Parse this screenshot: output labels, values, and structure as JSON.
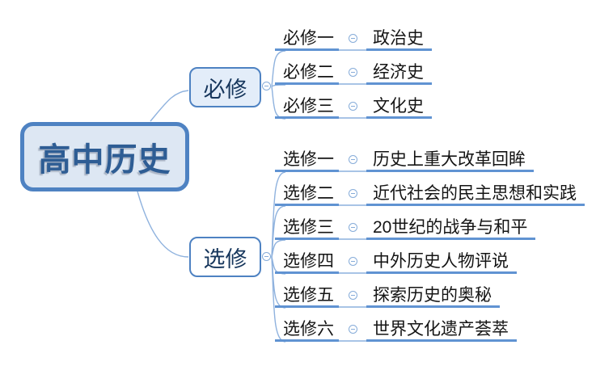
{
  "mindmap": {
    "root": {
      "label": "高中历史"
    },
    "branches": [
      {
        "label": "必修",
        "children": [
          {
            "label": "必修一",
            "topic": "政治史"
          },
          {
            "label": "必修二",
            "topic": "经济史"
          },
          {
            "label": "必修三",
            "topic": "文化史"
          }
        ]
      },
      {
        "label": "选修",
        "children": [
          {
            "label": "选修一",
            "topic": "历史上重大改革回眸"
          },
          {
            "label": "选修二",
            "topic": "近代社会的民主思想和实践"
          },
          {
            "label": "选修三",
            "topic": "20世纪的战争与和平"
          },
          {
            "label": "选修四",
            "topic": "中外历史人物评说"
          },
          {
            "label": "选修五",
            "topic": "探索历史的奥秘"
          },
          {
            "label": "选修六",
            "topic": "世界文化遗产荟萃"
          }
        ]
      }
    ],
    "icons": {
      "collapse": "minus-in-circle"
    },
    "colors": {
      "node_border": "#4e82c2",
      "root_fill": "#dde7f3",
      "branch_fill": "#e3edf9",
      "line_thick": "#6093d2",
      "line_thin": "#a8c4e6",
      "curve": "#8fb2de",
      "root_text": "#2e5d94",
      "node_text": "#16365c",
      "row_text": "#141414"
    }
  }
}
